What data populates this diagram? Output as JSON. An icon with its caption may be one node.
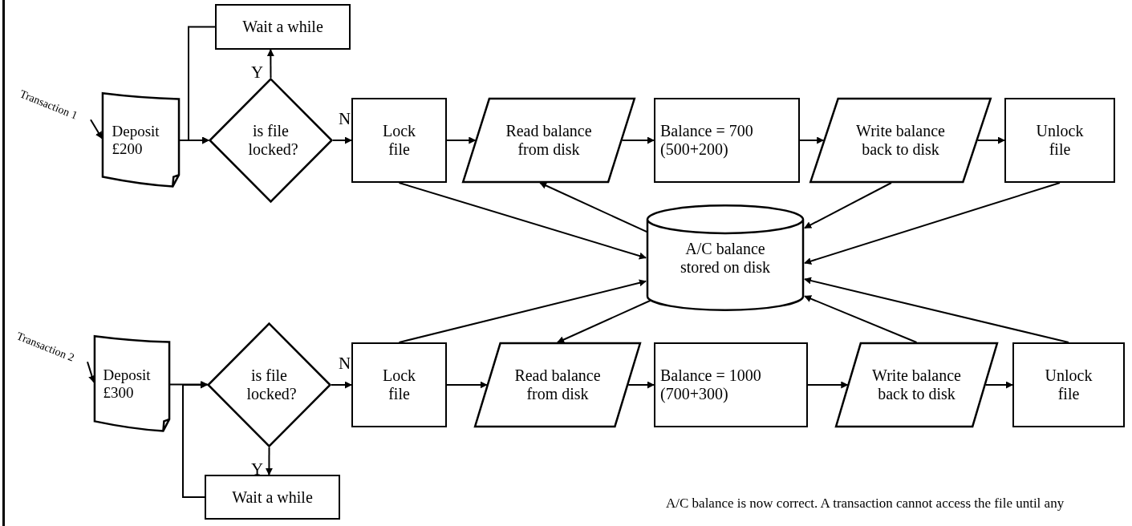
{
  "diagram": {
    "nodes": [
      {
        "text": [
          "Transaction 1"
        ]
      },
      {
        "text": [
          "Deposit £200"
        ]
      },
      {
        "text": [
          "is file locked?"
        ]
      },
      {
        "text": [
          "Wait a while"
        ]
      },
      {
        "text": [
          "Lock file"
        ]
      },
      {
        "text": [
          "Read balance from disk"
        ]
      },
      {
        "text": [
          "Balance = 700 (500+200)"
        ]
      },
      {
        "text": [
          "Write balance back to disk"
        ]
      },
      {
        "text": [
          "Unlock file"
        ]
      },
      {
        "text": [
          "A/C balance stored on disk"
        ]
      },
      {
        "text": [
          "Transaction 2"
        ]
      },
      {
        "text": [
          "Deposit £300"
        ]
      },
      {
        "text": [
          "is file locked?"
        ]
      },
      {
        "text": [
          "Wait a while"
        ]
      },
      {
        "text": [
          "Lock file"
        ]
      },
      {
        "text": [
          "Read balance from disk"
        ]
      },
      {
        "text": [
          "Balance = 1000 (700+300)"
        ]
      },
      {
        "text": [
          "Write balance back to disk"
        ]
      },
      {
        "text": [
          "Unlock file"
        ]
      }
    ],
    "edges": [
      {
        "from": 0,
        "to": 1,
        "arrow": "to"
      },
      {
        "from": 1,
        "to": 2,
        "arrow": "to"
      },
      {
        "from": 2,
        "to": 3,
        "arrow": "to",
        "label": "Y"
      },
      {
        "from": 3,
        "to": 2,
        "arrow": "to"
      },
      {
        "from": 2,
        "to": 4,
        "arrow": "to",
        "label": "N"
      },
      {
        "from": 4,
        "to": 5,
        "arrow": "to"
      },
      {
        "from": 5,
        "to": 6,
        "arrow": "to"
      },
      {
        "from": 6,
        "to": 7,
        "arrow": "to"
      },
      {
        "from": 7,
        "to": 8,
        "arrow": "to"
      },
      {
        "from": 4,
        "to": 9,
        "arrow": "to"
      },
      {
        "from": 9,
        "to": 5,
        "arrow": "to"
      },
      {
        "from": 7,
        "to": 9,
        "arrow": "to"
      },
      {
        "from": 8,
        "to": 9,
        "arrow": "to"
      },
      {
        "from": 10,
        "to": 11,
        "arrow": "to"
      },
      {
        "from": 11,
        "to": 12,
        "arrow": "to"
      },
      {
        "from": 12,
        "to": 13,
        "arrow": "to",
        "label": "Y"
      },
      {
        "from": 13,
        "to": 12,
        "arrow": "to"
      },
      {
        "from": 12,
        "to": 14,
        "arrow": "to",
        "label": "N"
      },
      {
        "from": 14,
        "to": 15,
        "arrow": "to"
      },
      {
        "from": 15,
        "to": 16,
        "arrow": "to"
      },
      {
        "from": 16,
        "to": 17,
        "arrow": "to"
      },
      {
        "from": 17,
        "to": 18,
        "arrow": "to"
      },
      {
        "from": 14,
        "to": 9,
        "arrow": "to"
      },
      {
        "from": 9,
        "to": 15,
        "arrow": "to"
      },
      {
        "from": 17,
        "to": 9,
        "arrow": "to"
      },
      {
        "from": 18,
        "to": 9,
        "arrow": "to"
      }
    ],
    "labels": [
      "A/C balance is now correct. A transaction cannot access the file until any"
    ]
  }
}
